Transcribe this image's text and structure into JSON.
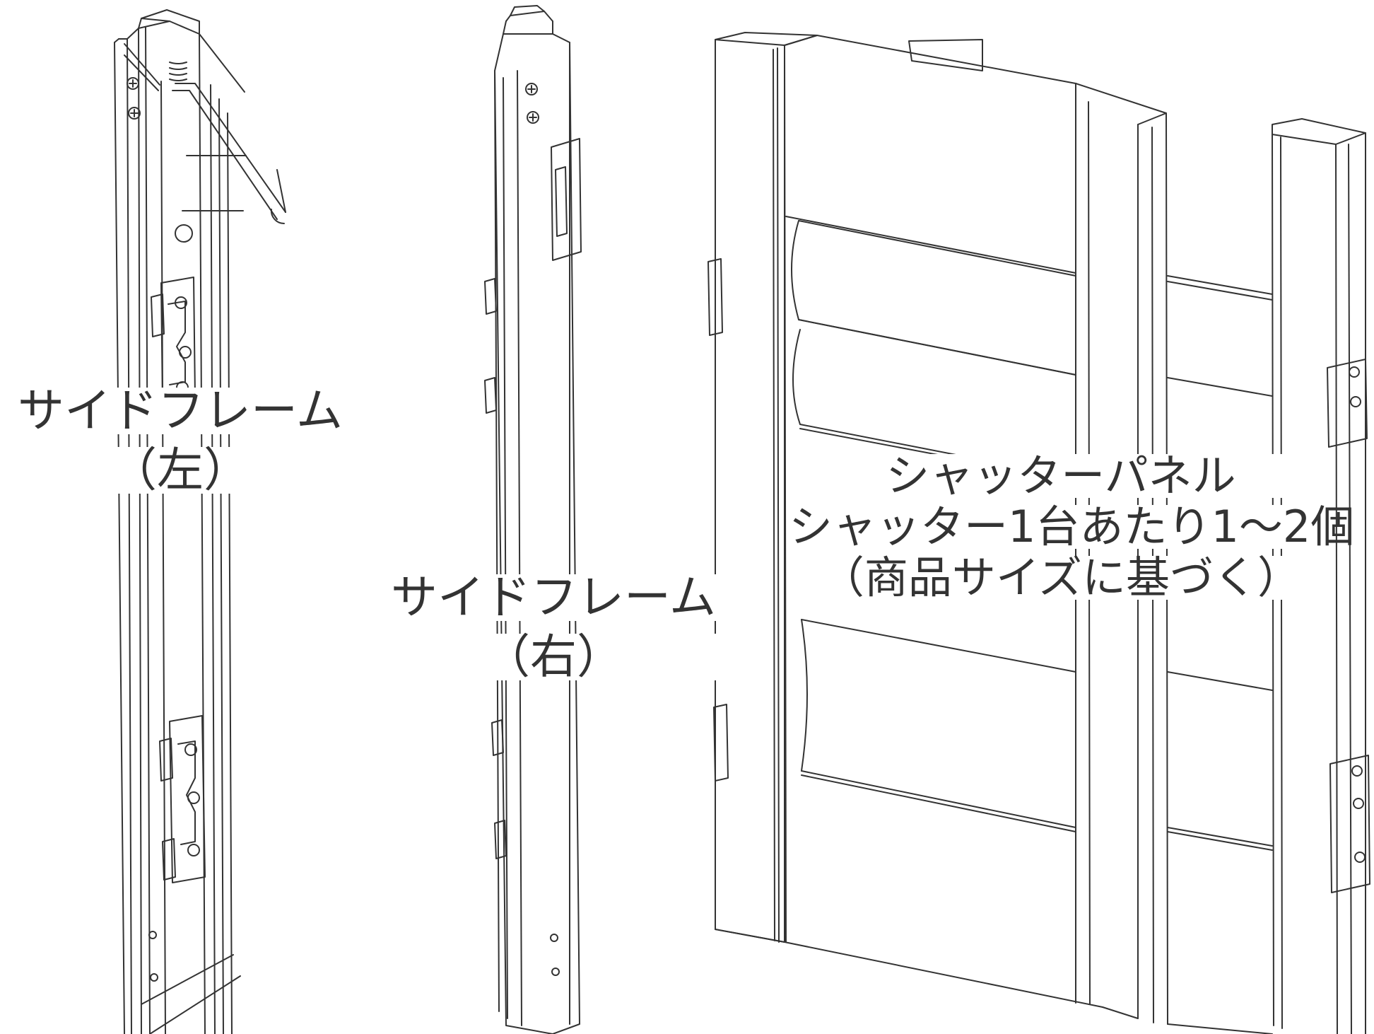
{
  "labels": {
    "side_frame_left": {
      "name": "サイドフレーム",
      "side": "（左）"
    },
    "side_frame_right": {
      "name": "サイドフレーム",
      "side": "（右）"
    },
    "shutter_panel": {
      "name": "シャッターパネル",
      "quantity": "シャッター1台あたり1〜2個",
      "note": "（商品サイズに基づく）"
    }
  },
  "style": {
    "line_color": "#333333",
    "background": "#ffffff"
  }
}
